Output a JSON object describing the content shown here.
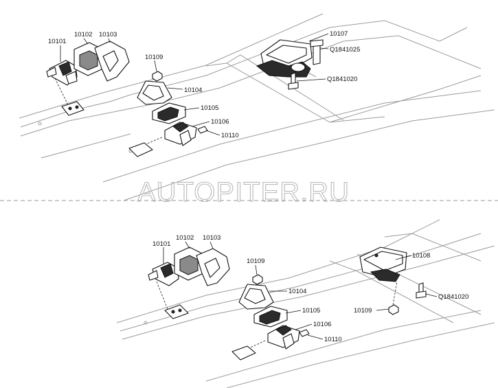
{
  "watermark": "AUTOPITER.RU",
  "top_diagram": {
    "labels": {
      "p10101": "10101",
      "p10102": "10102",
      "p10103": "10103",
      "p10109": "10109",
      "p10104": "10104",
      "p10105": "10105",
      "p10106": "10106",
      "p10110": "10110",
      "p10107": "10107",
      "q1841025": "Q1841025",
      "q1841020": "Q1841020"
    }
  },
  "bottom_diagram": {
    "labels": {
      "p10101": "10101",
      "p10102": "10102",
      "p10103": "10103",
      "p10109a": "10109",
      "p10104": "10104",
      "p10105": "10105",
      "p10106": "10106",
      "p10110": "10110",
      "p10108": "10108",
      "q1841020": "Q1841020",
      "p10109b": "10109"
    }
  }
}
